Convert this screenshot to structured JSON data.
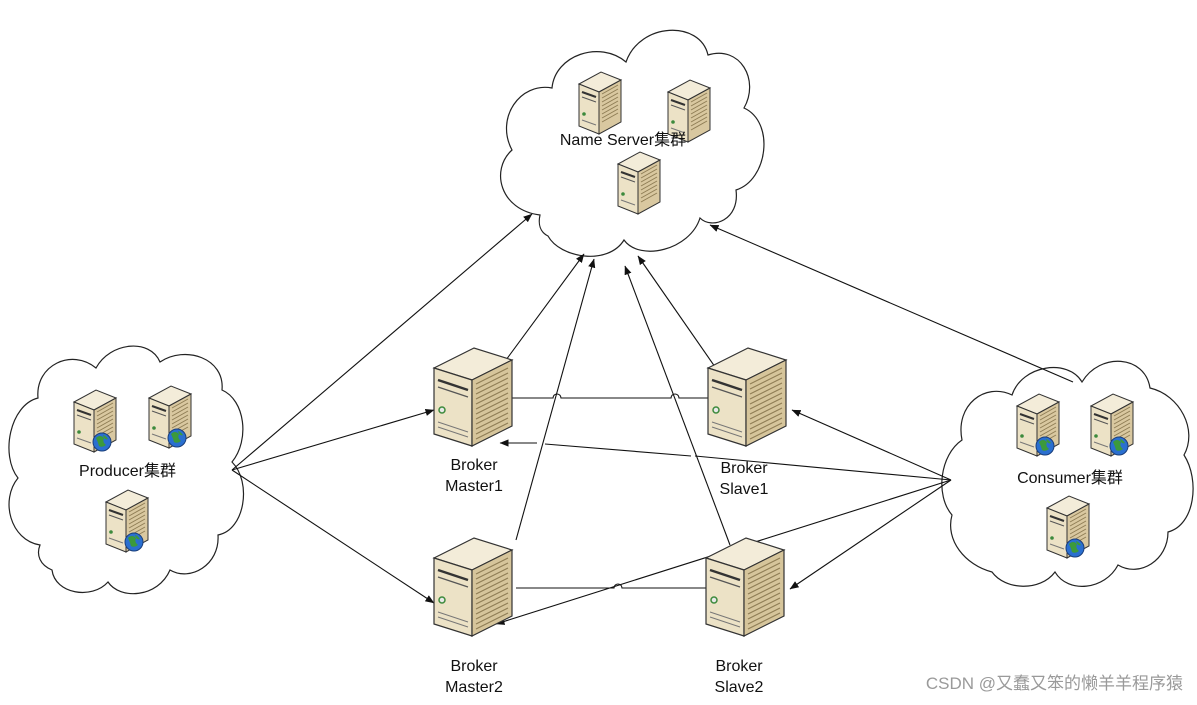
{
  "clusters": {
    "nameserver": {
      "label": "Name Server集群"
    },
    "producer": {
      "label": "Producer集群"
    },
    "consumer": {
      "label": "Consumer集群"
    }
  },
  "brokers": {
    "master1": {
      "line1": "Broker",
      "line2": "Master1"
    },
    "slave1": {
      "line1": "Broker",
      "line2": "Slave1"
    },
    "master2": {
      "line1": "Broker",
      "line2": "Master2"
    },
    "slave2": {
      "line1": "Broker",
      "line2": "Slave2"
    }
  },
  "watermark": "CSDN @又蠢又笨的懒羊羊程序猿",
  "colors": {
    "line": "#111111",
    "server_light": "#efe6cf",
    "server_mid": "#d8c9a2",
    "server_dark": "#a8966c",
    "globe": "#2a6fd0",
    "globe_land": "#3c9a3c"
  }
}
